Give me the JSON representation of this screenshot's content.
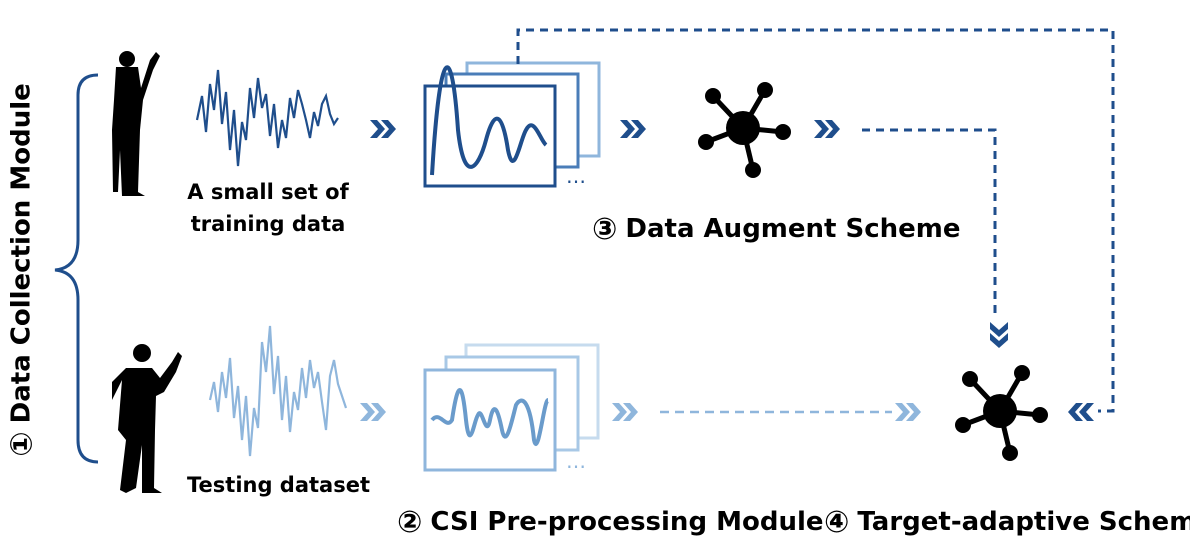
{
  "colors": {
    "dark_blue": "#1f4e8c",
    "mid_blue": "#4a7db8",
    "light_blue": "#8fb6dc",
    "pale_blue": "#c6dbee",
    "black": "#000000"
  },
  "labels": {
    "training_caption_line1": "A small set of",
    "training_caption_line2": "training data",
    "testing_caption": "Testing dataset",
    "module1_num": "①",
    "module1_text": "Data Collection Module",
    "module2_num": "②",
    "module2_text": "CSI Pre-processing Module",
    "module3_num": "③",
    "module3_text": "Data Augment Scheme",
    "module4_num": "④",
    "module4_text": "Target-adaptive Scheme"
  },
  "icons": {
    "person_top": "person-silhouette-icon",
    "person_bottom": "person-silhouette-icon",
    "network_top": "network-hub-icon",
    "network_bottom": "network-hub-icon",
    "chevrons": "double-chevron-icon"
  }
}
